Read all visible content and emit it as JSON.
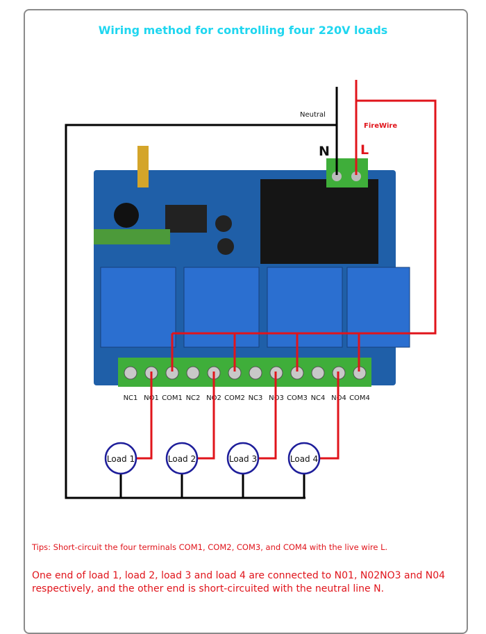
{
  "title": "Wiring method for controlling four 220V loads",
  "wires": {
    "neutral_label": "Neutral",
    "fire_label": "FireWire",
    "n_label": "N",
    "l_label": "L"
  },
  "terminals": [
    "NC1",
    "NO1",
    "COM1",
    "NC2",
    "NO2",
    "COM2",
    "NC3",
    "NO3",
    "COM3",
    "NC4",
    "NO4",
    "COM4"
  ],
  "loads": [
    "Load 1",
    "Load 2",
    "Load 3",
    "Load 4"
  ],
  "tip": "Tips: Short-circuit the four terminals COM1, COM2, COM3, and COM4 with the live wire L.",
  "note": "One end of load 1, load 2, load 3 and load 4 are connected to N01, N02NO3 and N04 respectively, and the other end is short-circuited with the neutral line N.",
  "colors": {
    "title": "#1fd6f0",
    "live": "#e0141b",
    "neutral": "#000000",
    "board": "#1f5fa8",
    "terminal": "#3fae3a",
    "load_ring": "#1e1e9a"
  }
}
